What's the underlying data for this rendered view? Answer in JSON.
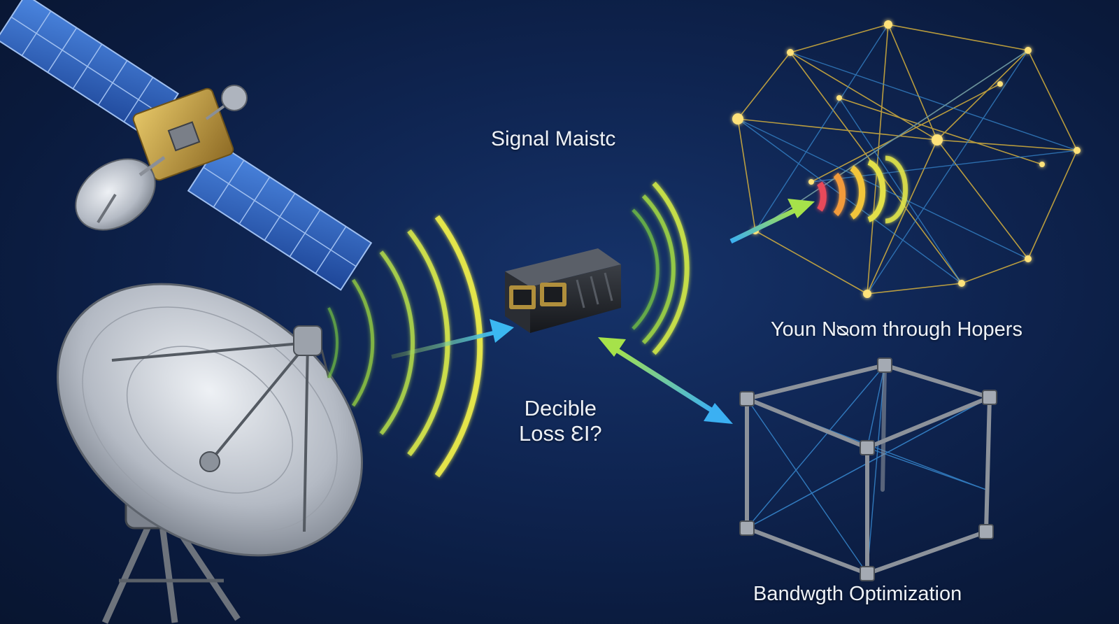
{
  "labels": {
    "signal": "Signal Maistc",
    "decible_line1": "Decible",
    "decible_line2": "Loss ƐI?",
    "youn": "Youn Nᴓom through Hopers",
    "bandwidth": "Bandwgth Optimization"
  },
  "colors": {
    "background": "#0f2552",
    "wave_yellow": "#e6e84a",
    "wave_green": "#7ed23f",
    "arrow_blue": "#3bb8f2",
    "mesh_yellow": "#f2c53a",
    "mesh_blue": "#3a8fd8",
    "dish_silver": "#c9ced6",
    "panel_blue": "#2f66c8",
    "satellite_gold": "#c9a140",
    "signal_red": "#e8485a"
  },
  "icons": [
    "satellite-icon",
    "dish-antenna-icon",
    "network-switch-icon",
    "mesh-network-icon",
    "wireframe-cube-icon"
  ]
}
